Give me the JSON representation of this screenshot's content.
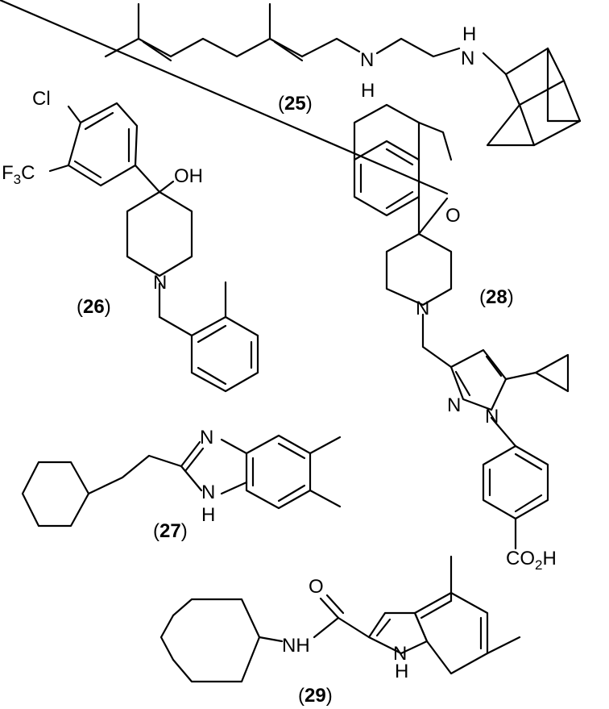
{
  "compounds": [
    {
      "id": "25",
      "label": "(25)",
      "number": "25"
    },
    {
      "id": "26",
      "label": "(26)",
      "number": "26"
    },
    {
      "id": "27",
      "label": "(27)",
      "number": "27"
    },
    {
      "id": "28",
      "label": "(28)",
      "number": "28"
    },
    {
      "id": "29",
      "label": "(29)",
      "number": "29"
    }
  ],
  "atoms": {
    "c25": {
      "nh_1": "N",
      "nh_1_h": "H",
      "nh_2": "N",
      "nh_2_h": "H"
    },
    "c26": {
      "cl": "Cl",
      "cf3_main": "F",
      "cf3_sub": "3",
      "cf3_c": "C",
      "oh": "OH",
      "n": "N"
    },
    "c27": {
      "n_top": "N",
      "n_bottom": "N",
      "n_bottom_h": "H"
    },
    "c28": {
      "o": "O",
      "n_pip": "N",
      "n_pyr1": "N",
      "n_pyr2": "N",
      "co2h_main": "CO",
      "co2h_sub": "2",
      "co2h_h": "H"
    },
    "c29": {
      "o": "O",
      "nh": "NH",
      "n_indole": "N",
      "n_indole_h": "H"
    }
  }
}
